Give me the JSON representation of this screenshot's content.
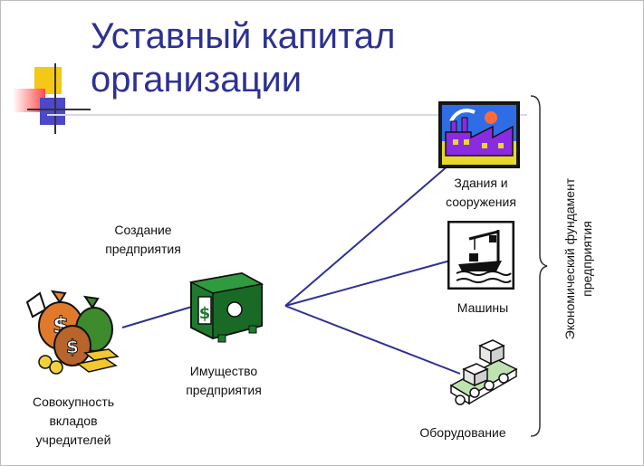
{
  "title": {
    "line1": "Уставный капитал",
    "line2": "организации"
  },
  "labels": {
    "creation_line1": "Создание",
    "creation_line2": "предприятия",
    "founders_line1": "Совокупность",
    "founders_line2": "вкладов",
    "founders_line3": "учредителей",
    "property_line1": "Имущество",
    "property_line2": "предприятия",
    "buildings_line1": "Здания и",
    "buildings_line2": "сооружения",
    "machines": "Машины",
    "equipment": "Оборудование",
    "foundation_line1": "Экономический фундамент",
    "foundation_line2": "предприятия"
  },
  "colors": {
    "title": "#2e3192",
    "connector": "#2e3192",
    "safe": "#1f7a2e"
  },
  "icons": [
    "money-bags-icon",
    "safe-icon",
    "factory-icon",
    "ship-crane-icon",
    "conveyor-icon"
  ]
}
